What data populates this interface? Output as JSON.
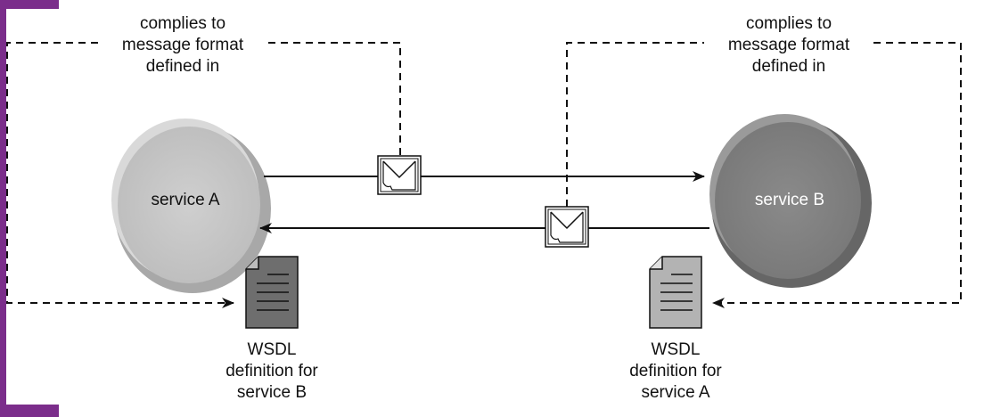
{
  "colors": {
    "accent_bar": "#7b2d8b",
    "service_a_fill": "#c4c4c4",
    "service_b_fill": "#808080",
    "service_a_text": "#111111",
    "service_b_text": "#ffffff",
    "doc_dark": "#6e6e6e",
    "doc_light": "#b3b3b3"
  },
  "annotations": {
    "left": [
      "complies to",
      "message format",
      "defined in"
    ],
    "right": [
      "complies to",
      "message format",
      "defined in"
    ]
  },
  "services": {
    "a": "service A",
    "b": "service B"
  },
  "documents": {
    "left": [
      "WSDL",
      "definition for",
      "service B"
    ],
    "right": [
      "WSDL",
      "definition for",
      "service A"
    ]
  },
  "icons": [
    "envelope-icon",
    "document-icon"
  ]
}
